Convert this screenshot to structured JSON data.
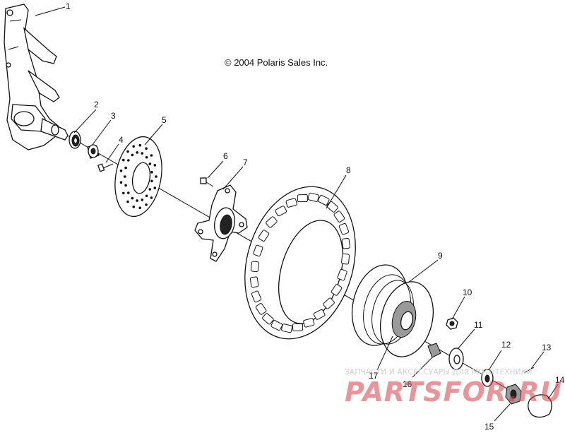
{
  "copyright": "© 2004 Polaris Sales Inc.",
  "watermark": {
    "small": "ЗАПЧАСТИ И АКСЕССУАРЫ ДЛЯ МОТОТЕХНИКИ",
    "big": "PARTSFOR.RU"
  },
  "callouts": [
    "1",
    "2",
    "3",
    "4",
    "5",
    "6",
    "7",
    "8",
    "9",
    "10",
    "11",
    "12",
    "13",
    "14",
    "15",
    "16",
    "17"
  ]
}
